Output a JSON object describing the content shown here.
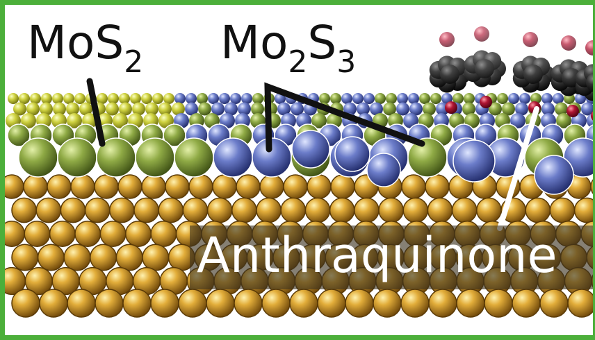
{
  "labels": {
    "mos2": {
      "main": "MoS",
      "sub": "2"
    },
    "mo2s3": {
      "part1": "Mo",
      "sub1": "2",
      "part2": "S",
      "sub2": "3"
    },
    "anthraquinone": "Anthraquinone"
  },
  "colors": {
    "frame_border": "#4caf3a",
    "gold_atom": "#c8921c",
    "green_atom": "#7a9a3a",
    "yellow_atom": "#c9cc3a",
    "blue_atom": "#5566b8",
    "carbon_atom": "#1e1e1e",
    "oxygen_atom": "#a8102c",
    "leader_line_dark": "#111111",
    "leader_line_light": "#ffffff"
  }
}
